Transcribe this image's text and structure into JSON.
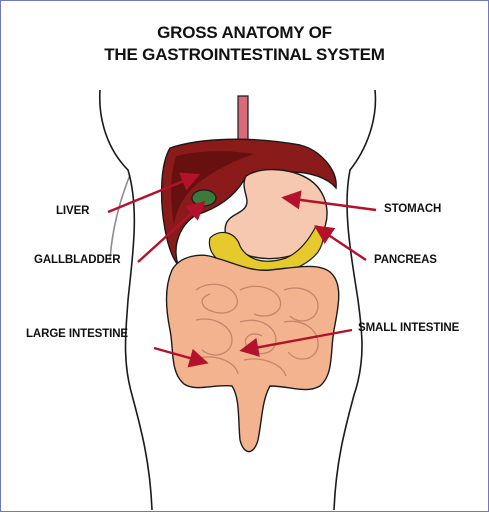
{
  "figure": {
    "title_line1": "GROSS ANATOMY OF",
    "title_line2": "THE GASTROINTESTINAL SYSTEM"
  },
  "labels": {
    "liver": "LIVER",
    "gallbladder": "GALLBLADDER",
    "large_intestine": "LARGE INTESTINE",
    "stomach": "STOMACH",
    "pancreas": "PANCREAS",
    "small_intestine": "SMALL INTESTINE"
  },
  "colors": {
    "border": "#6f7bb8",
    "outline": "#1a1a1a",
    "liver": "#8b1a1a",
    "liver_dark": "#5c0e0e",
    "stomach": "#f7c8b0",
    "pancreas": "#e6c92a",
    "intestine": "#f4b38f",
    "intestine_dark": "#c9826a",
    "arrow": "#b3122a",
    "esophagus": "#d96a7a"
  }
}
